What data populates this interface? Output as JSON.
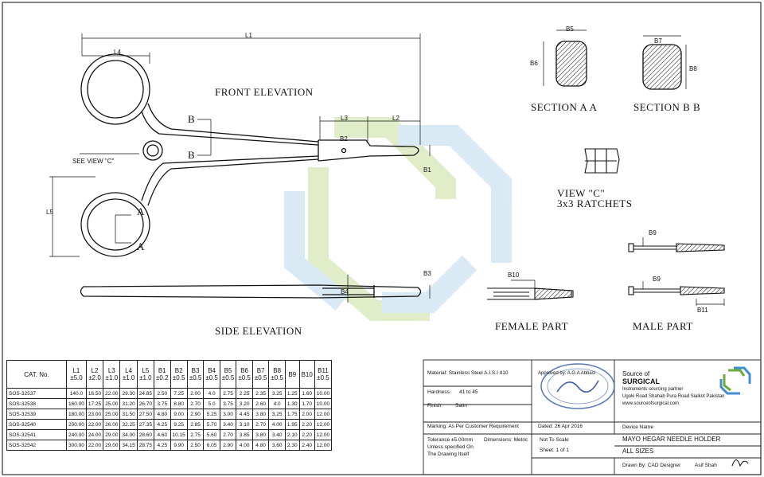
{
  "views": {
    "front_elevation": "FRONT ELEVATION",
    "side_elevation": "SIDE ELEVATION",
    "section_aa": "SECTION A A",
    "section_bb": "SECTION B B",
    "view_c": "VIEW \"C\"",
    "ratchets": "3x3 RATCHETS",
    "female_part": "FEMALE PART",
    "male_part": "MALE PART",
    "see_view_c": "SEE VIEW \"C\""
  },
  "dims": {
    "L1": "L1",
    "L2": "L2",
    "L3": "L3",
    "L4": "L4",
    "L5": "L5",
    "B1": "B1",
    "B2": "B2",
    "B3": "B3",
    "B4": "B4",
    "B5": "B5",
    "B6": "B6",
    "B7": "B7",
    "B8": "B8",
    "B9": "B9",
    "B10": "B10",
    "B11": "B11",
    "A": "A",
    "B": "B"
  },
  "table": {
    "headers": [
      {
        "top": "CAT. No.",
        "bottom": ""
      },
      {
        "top": "L1",
        "bottom": "±5.0"
      },
      {
        "top": "L2",
        "bottom": "±2.0"
      },
      {
        "top": "L3",
        "bottom": "±1.0"
      },
      {
        "top": "L4",
        "bottom": "±1.0"
      },
      {
        "top": "L5",
        "bottom": "±1.0"
      },
      {
        "top": "B1",
        "bottom": "±0.2"
      },
      {
        "top": "B2",
        "bottom": "±0.5"
      },
      {
        "top": "B3",
        "bottom": "±0.5"
      },
      {
        "top": "B4",
        "bottom": "±0.5"
      },
      {
        "top": "B5",
        "bottom": "±0.5"
      },
      {
        "top": "B6",
        "bottom": "±0.5"
      },
      {
        "top": "B7",
        "bottom": "±0.5"
      },
      {
        "top": "B8",
        "bottom": "±0.5"
      },
      {
        "top": "B9",
        "bottom": ""
      },
      {
        "top": "B10",
        "bottom": ""
      },
      {
        "top": "B11",
        "bottom": "±0.5"
      }
    ],
    "rows": [
      [
        "SOS-32537",
        "140.0",
        "16.50",
        "22.00",
        "29.30",
        "24.85",
        "2.50",
        "7.25",
        "2.00",
        "4.0",
        "2.75",
        "2.25",
        "2.35",
        "3.25",
        "1.25",
        "1.60",
        "10.00"
      ],
      [
        "SOS-32538",
        "160.00",
        "17.25",
        "25.00",
        "31.20",
        "26.70",
        "3.75",
        "8.80",
        "2.70",
        "5.0",
        "3.75",
        "3.20",
        "2.60",
        "4.0",
        "1.30",
        "1.70",
        "10.00"
      ],
      [
        "SOS-32539",
        "180.00",
        "23.00",
        "25.00",
        "31.50",
        "27.50",
        "4.80",
        "9.00",
        "2.90",
        "5.25",
        "3.00",
        "4.45",
        "3.80",
        "3.25",
        "1.75",
        "2.00",
        "12.00"
      ],
      [
        "SOS-32540",
        "200.00",
        "22.00",
        "26.00",
        "32.25",
        "27.35",
        "4.25",
        "9.25",
        "2.85",
        "5.70",
        "3.40",
        "3.10",
        "2.70",
        "4.00",
        "1.95",
        "2.20",
        "12.00"
      ],
      [
        "SOS-32541",
        "240.00",
        "24.00",
        "29.00",
        "34.00",
        "28.60",
        "4.60",
        "10.15",
        "2.75",
        "5.60",
        "2.70",
        "3.85",
        "3.80",
        "3.40",
        "2.10",
        "2.20",
        "12.00"
      ],
      [
        "SOS-32542",
        "300.00",
        "22.00",
        "29.00",
        "34.15",
        "28.75",
        "4.25",
        "9.90",
        "2.50",
        "6.05",
        "2.90",
        "4.00",
        "4.80",
        "3.60",
        "2.30",
        "2.40",
        "12.00"
      ]
    ]
  },
  "info": {
    "material": "Material: Stainless Steel A.I.S.I 410",
    "hardness_label": "Hardness:",
    "hardness_value": "41 to 45",
    "finish_label": "Finish:",
    "finish_value": "Satin",
    "marking": "Marking: As Per Customer Requirement",
    "tolerance": "Tolerance ±5.00mm",
    "unless": "Unless specified On",
    "drawing_itself": "The Drawing Itself",
    "dimensions": "Dimensions: Metric",
    "not_to_scale": "Not To Scale",
    "sheet": "Sheet: 1 of 1",
    "approved_by": "Approved by: A.G.A Abbasi",
    "date": "Dated: 26 Apr 2016",
    "source_of": "Source of",
    "surgical": "SURGICAL",
    "partner": "Instruments sourcing partner",
    "address": "Ugoki Road Shahab Pura Road Sialkot Pakistan",
    "website": "www.sourceofsurgical.com",
    "device_name_label": "Device Name",
    "device_name": "MAYO HEGAR NEEDLE HOLDER",
    "all_sizes": "ALL SIZES",
    "drawn_by": "Drawn By: CAD Designer",
    "designer": "Asif Shah",
    "signature": "Asif"
  },
  "colors": {
    "watermark_green": "#c9df9e",
    "watermark_blue": "#bcd9ee",
    "stamp_blue": "#3e5fa8",
    "logo_green": "#6dab3c",
    "logo_blue": "#3f8fcf"
  }
}
